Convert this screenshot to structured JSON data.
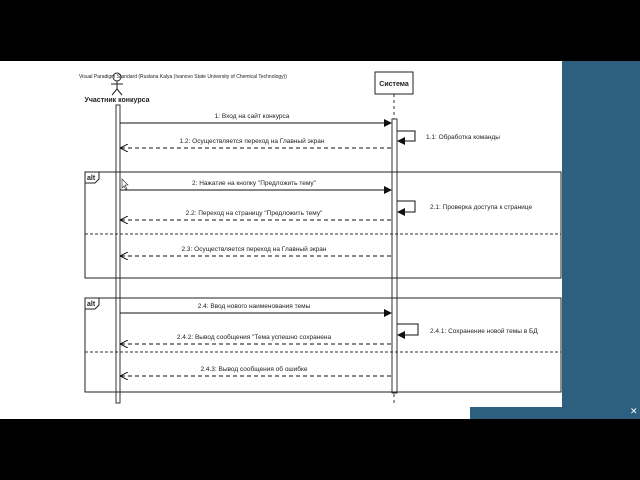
{
  "watermark": "Visual Paradigm Standard (Ruslana Kalya (Ivanovo State University of Chemical Technology))",
  "actor": {
    "name": "Участник конкурса"
  },
  "system": {
    "name": "Система"
  },
  "fragments": [
    {
      "operator": "alt"
    },
    {
      "operator": "alt"
    }
  ],
  "messages": [
    {
      "label": "1: Вход на сайт конкурса",
      "kind": "sync",
      "direction": "right"
    },
    {
      "label": "1.2: Осуществляется переход на Главный экран",
      "kind": "return",
      "direction": "left"
    },
    {
      "label": "1.1: Обработка команды",
      "kind": "self"
    },
    {
      "label": "2: Нажатие на кнопку \"Предложить тему\"",
      "kind": "sync",
      "direction": "right"
    },
    {
      "label": "2.1: Проверка доступа к странице",
      "kind": "self"
    },
    {
      "label": "2.2: Переход на страницу \"Предложить тему\"",
      "kind": "return",
      "direction": "left"
    },
    {
      "label": "2.3: Осуществляется переход на Главный экран",
      "kind": "return",
      "direction": "left"
    },
    {
      "label": "2.4: Ввод нового наименования темы",
      "kind": "sync",
      "direction": "right"
    },
    {
      "label": "2.4.1: Сохранение новой темы в БД",
      "kind": "self"
    },
    {
      "label": "2.4.2: Вывод сообщения \"Тема успешно сохранена",
      "kind": "return",
      "direction": "left"
    },
    {
      "label": "2.4.3: Вывод сообщения об ошибке",
      "kind": "return",
      "direction": "left"
    }
  ],
  "colors": {
    "page_background": "#ffffff",
    "side_panel": "#2d5f7f",
    "frame": "#000000",
    "line": "#222222"
  }
}
